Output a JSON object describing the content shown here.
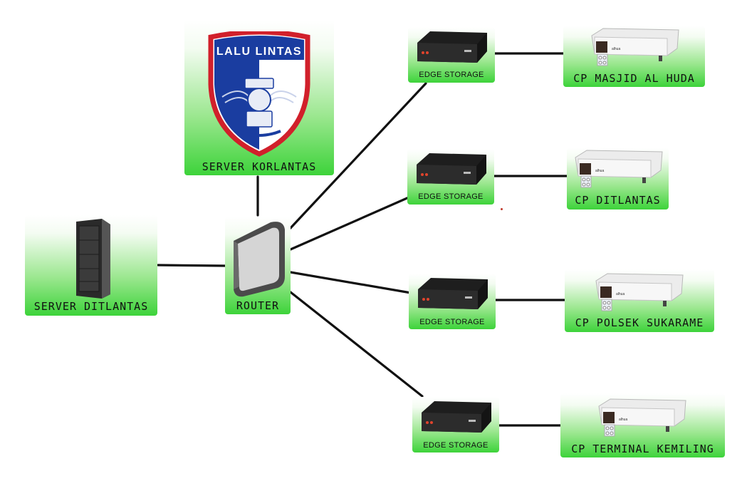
{
  "nodes": {
    "server_korlantas": {
      "label": "SERVER KORLANTAS",
      "icon": "police-shield-logo-icon",
      "logo_text": "LALU LINTAS"
    },
    "server_ditlantas": {
      "label": "SERVER DITLANTAS",
      "icon": "server-rack-icon"
    },
    "router": {
      "label": "ROUTER",
      "icon": "router-icon"
    },
    "edge_storage_1": {
      "label": "EDGE STORAGE",
      "icon": "edge-storage-icon"
    },
    "edge_storage_2": {
      "label": "EDGE STORAGE",
      "icon": "edge-storage-icon"
    },
    "edge_storage_3": {
      "label": "EDGE STORAGE",
      "icon": "edge-storage-icon"
    },
    "edge_storage_4": {
      "label": "EDGE STORAGE",
      "icon": "edge-storage-icon"
    },
    "cp_1": {
      "label": "CP MASJID AL HUDA",
      "icon": "cctv-camera-icon"
    },
    "cp_2": {
      "label": "CP DITLANTAS",
      "icon": "cctv-camera-icon"
    },
    "cp_3": {
      "label": "CP POLSEK SUKARAME",
      "icon": "cctv-camera-icon"
    },
    "cp_4": {
      "label": "CP TERMINAL KEMILING",
      "icon": "cctv-camera-icon"
    }
  },
  "colors": {
    "node_green": "#3dd33a",
    "wire": "#111111",
    "shield_blue": "#1a3da0",
    "shield_red": "#d1202b"
  }
}
